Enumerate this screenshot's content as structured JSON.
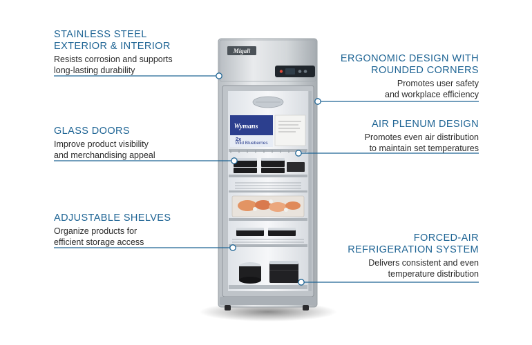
{
  "callouts": {
    "stainless": {
      "title": "STAINLESS STEEL\nEXTERIOR & INTERIOR",
      "desc": "Resists corrosion and supports\nlong-lasting durability"
    },
    "glass": {
      "title": "GLASS DOORS",
      "desc": "Improve product visibility\nand merchandising appeal"
    },
    "shelves": {
      "title": "ADJUSTABLE SHELVES",
      "desc": "Organize products for\nefficient storage access"
    },
    "ergonomic": {
      "title": "ERGONOMIC DESIGN WITH\nROUNDED CORNERS",
      "desc": "Promotes user safety\nand workplace efficiency"
    },
    "plenum": {
      "title": "AIR PLENUM DESIGN",
      "desc": "Promotes even air distribution\nto maintain set temperatures"
    },
    "forced": {
      "title": "FORCED-AIR\nREFRIGERATION SYSTEM",
      "desc": "Delivers consistent and even\ntemperature distribution"
    }
  },
  "product": {
    "brand_logo": "Migali",
    "package_brand": "Wymans",
    "package_label": "Wild Blueberries",
    "package_badge": "2x"
  },
  "colors": {
    "accent": "#1e6494",
    "text": "#2a2a2a",
    "steel": "#c9cdd1"
  }
}
